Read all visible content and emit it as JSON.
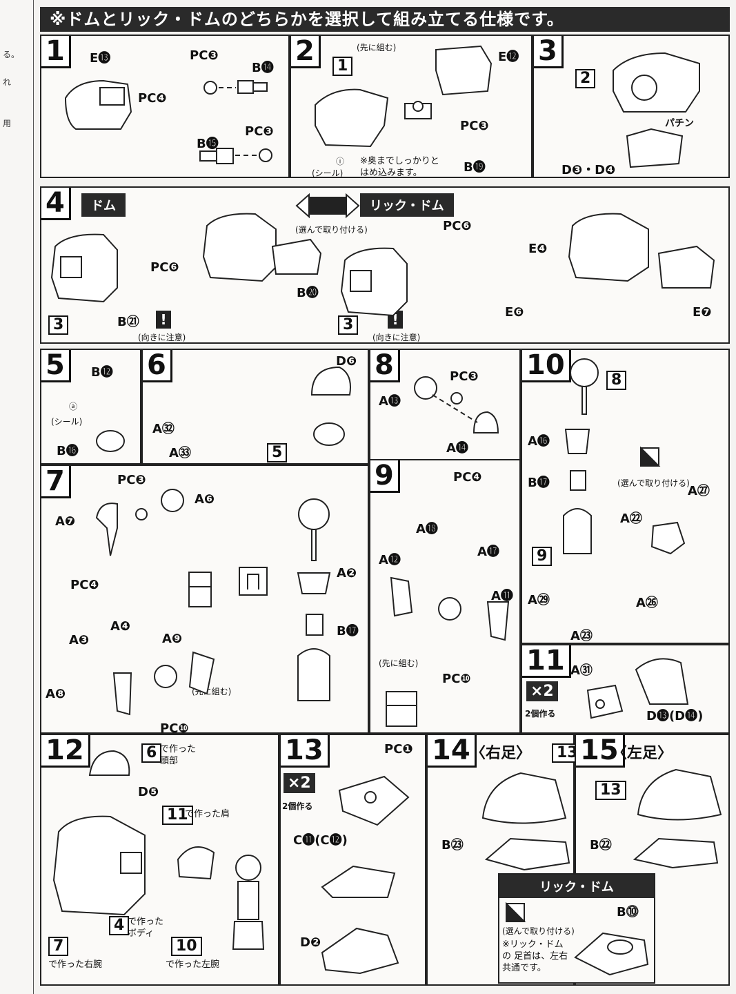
{
  "banner": "※ドムとリック・ドムのどちらかを選択して組み立てる仕様です。",
  "steps": {
    "s1": {
      "num": "1",
      "labels": [
        "E⓭",
        "PC❸",
        "B⓮",
        "PC❹",
        "PC❸",
        "B⓯"
      ]
    },
    "s2": {
      "num": "2",
      "box": "1",
      "labels": [
        "E⓬",
        "PC❸",
        "B⓳"
      ],
      "first": "(先に組む)",
      "sticker": "(シール)",
      "sticker_mark": "ⓘ",
      "note": "※奥までしっかりと はめ込みます。"
    },
    "s3": {
      "num": "3",
      "box": "2",
      "labels": [
        "D❸・D❹"
      ],
      "snap": "パチン"
    },
    "s4": {
      "num": "4",
      "dom": "ドム",
      "rick": "リック・ドム",
      "choose": "(選んで取り付ける)",
      "box": "3",
      "labels": [
        "PC❻",
        "B⓴",
        "B㉑",
        "PC❻",
        "E❹",
        "E❻",
        "E❼"
      ],
      "caution": "(向きに注意)",
      "caution2": "(向きに注意)"
    },
    "s5": {
      "num": "5",
      "labels": [
        "B⓬",
        "B⓰"
      ],
      "sticker": "(シール)",
      "sticker_mark": "ⓐ"
    },
    "s6": {
      "num": "6",
      "box": "5",
      "labels": [
        "A㉜",
        "A㉝",
        "D❻"
      ]
    },
    "s7": {
      "num": "7",
      "labels": [
        "PC❸",
        "A❻",
        "A❼",
        "A❷",
        "B⓱",
        "PC❹",
        "A❹",
        "A❸",
        "A❾",
        "A❽",
        "PC❿"
      ],
      "first": "(先に組む)"
    },
    "s8": {
      "num": "8",
      "labels": [
        "A⓭",
        "PC❸",
        "A⓮"
      ]
    },
    "s9": {
      "num": "9",
      "labels": [
        "PC❹",
        "A⓲",
        "A⓱",
        "A⓬",
        "A⓫",
        "PC❿"
      ],
      "first": "(先に組む)"
    },
    "s10": {
      "num": "10",
      "box8": "8",
      "box9": "9",
      "labels": [
        "A⓰",
        "B⓱",
        "A㉗",
        "A㉒",
        "A㉙",
        "A㉖",
        "A㉓"
      ],
      "choose": "(選んで取り付ける)"
    },
    "s11": {
      "num": "11",
      "x2": "×2",
      "make2": "2個作る",
      "labels": [
        "A㉛",
        "D⓭(D⓮)"
      ]
    },
    "s12": {
      "num": "12",
      "labels": [
        "D❺"
      ],
      "refs": [
        {
          "box": "6",
          "text": "で作った 頭部"
        },
        {
          "box": "11",
          "text": "で作った肩"
        },
        {
          "box": "4",
          "text": "で作った ボディ"
        },
        {
          "box": "7",
          "text": "で作った右腕"
        },
        {
          "box": "10",
          "text": "で作った左腕"
        }
      ]
    },
    "s13": {
      "num": "13",
      "x2": "×2",
      "make2": "2個作る",
      "labels": [
        "PC❶",
        "C⓫(C⓬)",
        "D❷"
      ]
    },
    "s14": {
      "num": "14",
      "title": "〈右足〉",
      "box": "13",
      "labels": [
        "B㉓"
      ]
    },
    "s15": {
      "num": "15",
      "title": "〈左足〉",
      "box": "13",
      "labels": [
        "B㉒"
      ],
      "rick": "リック・ドム",
      "choose": "(選んで取り付ける)",
      "rick_label": "B⓾",
      "note": "※リック・ドムの 足首は、左右 共通です。"
    }
  },
  "left_strip": [
    "る。",
    "れ",
    "用"
  ]
}
